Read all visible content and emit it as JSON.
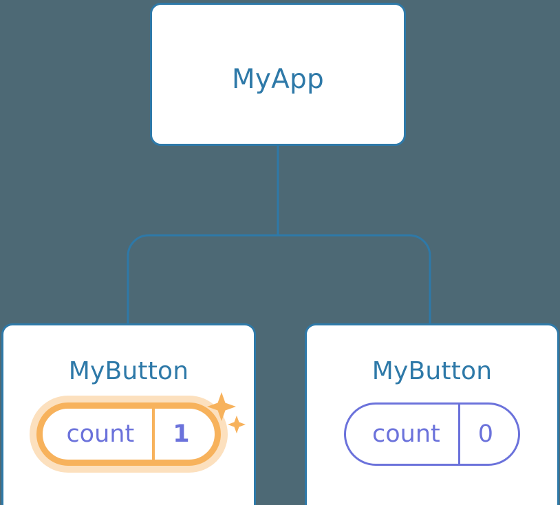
{
  "diagram": {
    "type": "component-tree",
    "background_color": "#4d6975",
    "accent_color": "#2e79a8",
    "signal_color": "#6b72db",
    "highlight_color": "#f7b25c",
    "highlight_glow_color": "#fbd9a8"
  },
  "root": {
    "title": "MyApp"
  },
  "children": [
    {
      "title": "MyButton",
      "signal": {
        "name": "count",
        "value": "1",
        "highlighted": true,
        "sparkle_icons": [
          "sparkle-large-icon",
          "sparkle-small-icon"
        ]
      }
    },
    {
      "title": "MyButton",
      "signal": {
        "name": "count",
        "value": "0",
        "highlighted": false
      }
    }
  ]
}
